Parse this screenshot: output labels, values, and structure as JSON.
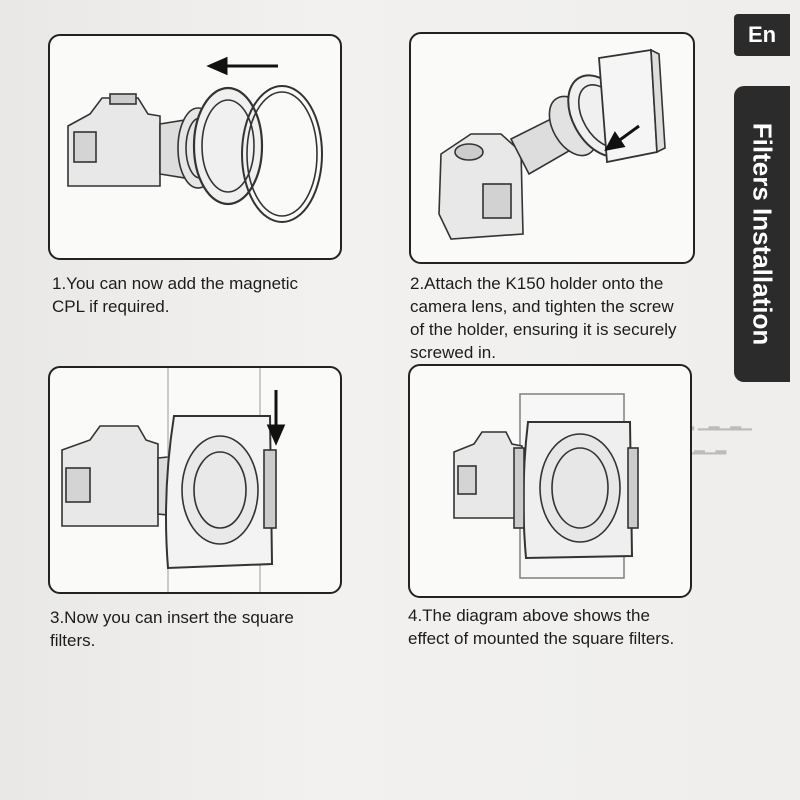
{
  "language_tab": "En",
  "section_title": "Filters Installation",
  "steps": [
    {
      "number": 1,
      "caption_line1": "1.You can now add the magnetic",
      "caption_line2": "CPL if required."
    },
    {
      "number": 2,
      "caption_line1": "2.Attach the K150 holder onto the",
      "caption_line2": "camera lens, and tighten the screw",
      "caption_line3": "of the holder, ensuring it is securely",
      "caption_line4": "screwed in."
    },
    {
      "number": 3,
      "caption_line1": "3.Now you can insert the square",
      "caption_line2": "filters."
    },
    {
      "number": 4,
      "caption_line1": "4.The diagram above shows the",
      "caption_line2": "effect of mounted the square filters."
    }
  ],
  "colors": {
    "ink": "#1c1c1c",
    "tab_bg": "#2b2b2b",
    "paper": "#efeeec"
  }
}
